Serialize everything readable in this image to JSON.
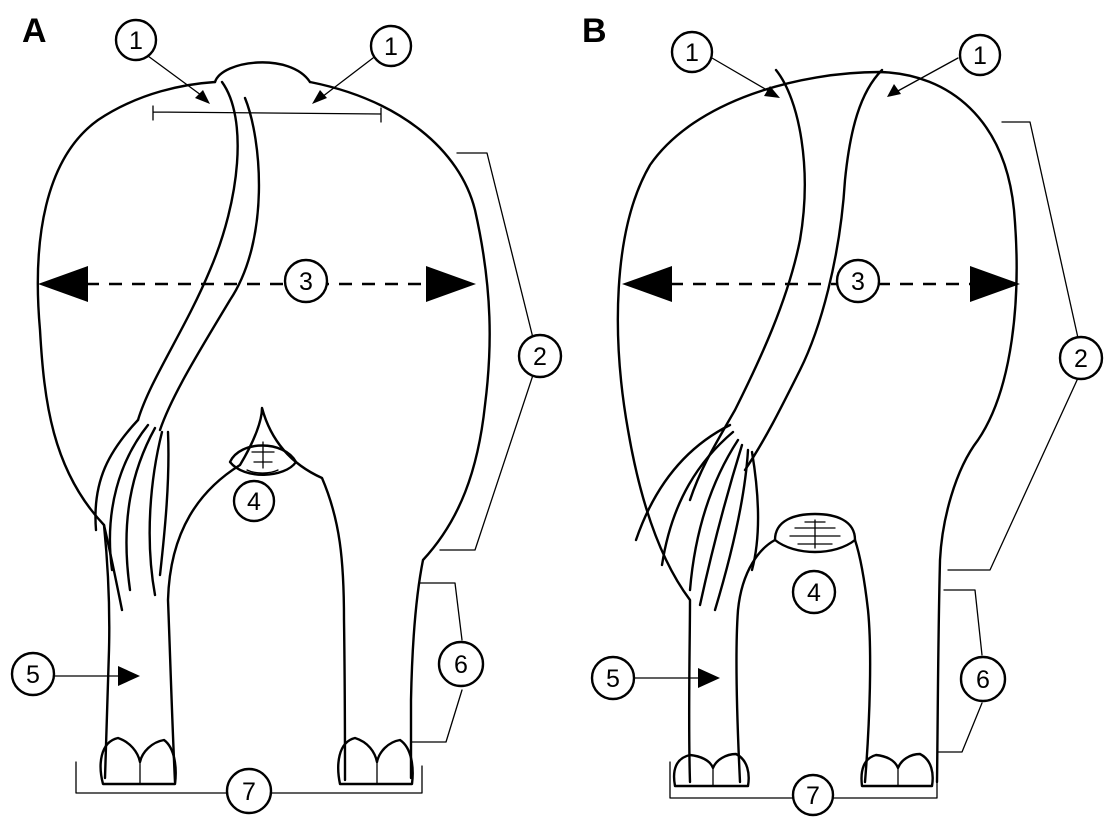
{
  "panels": [
    {
      "letter": "A"
    },
    {
      "letter": "B"
    }
  ],
  "callouts": [
    "1",
    "1",
    "2",
    "3",
    "4",
    "5",
    "6",
    "7"
  ]
}
